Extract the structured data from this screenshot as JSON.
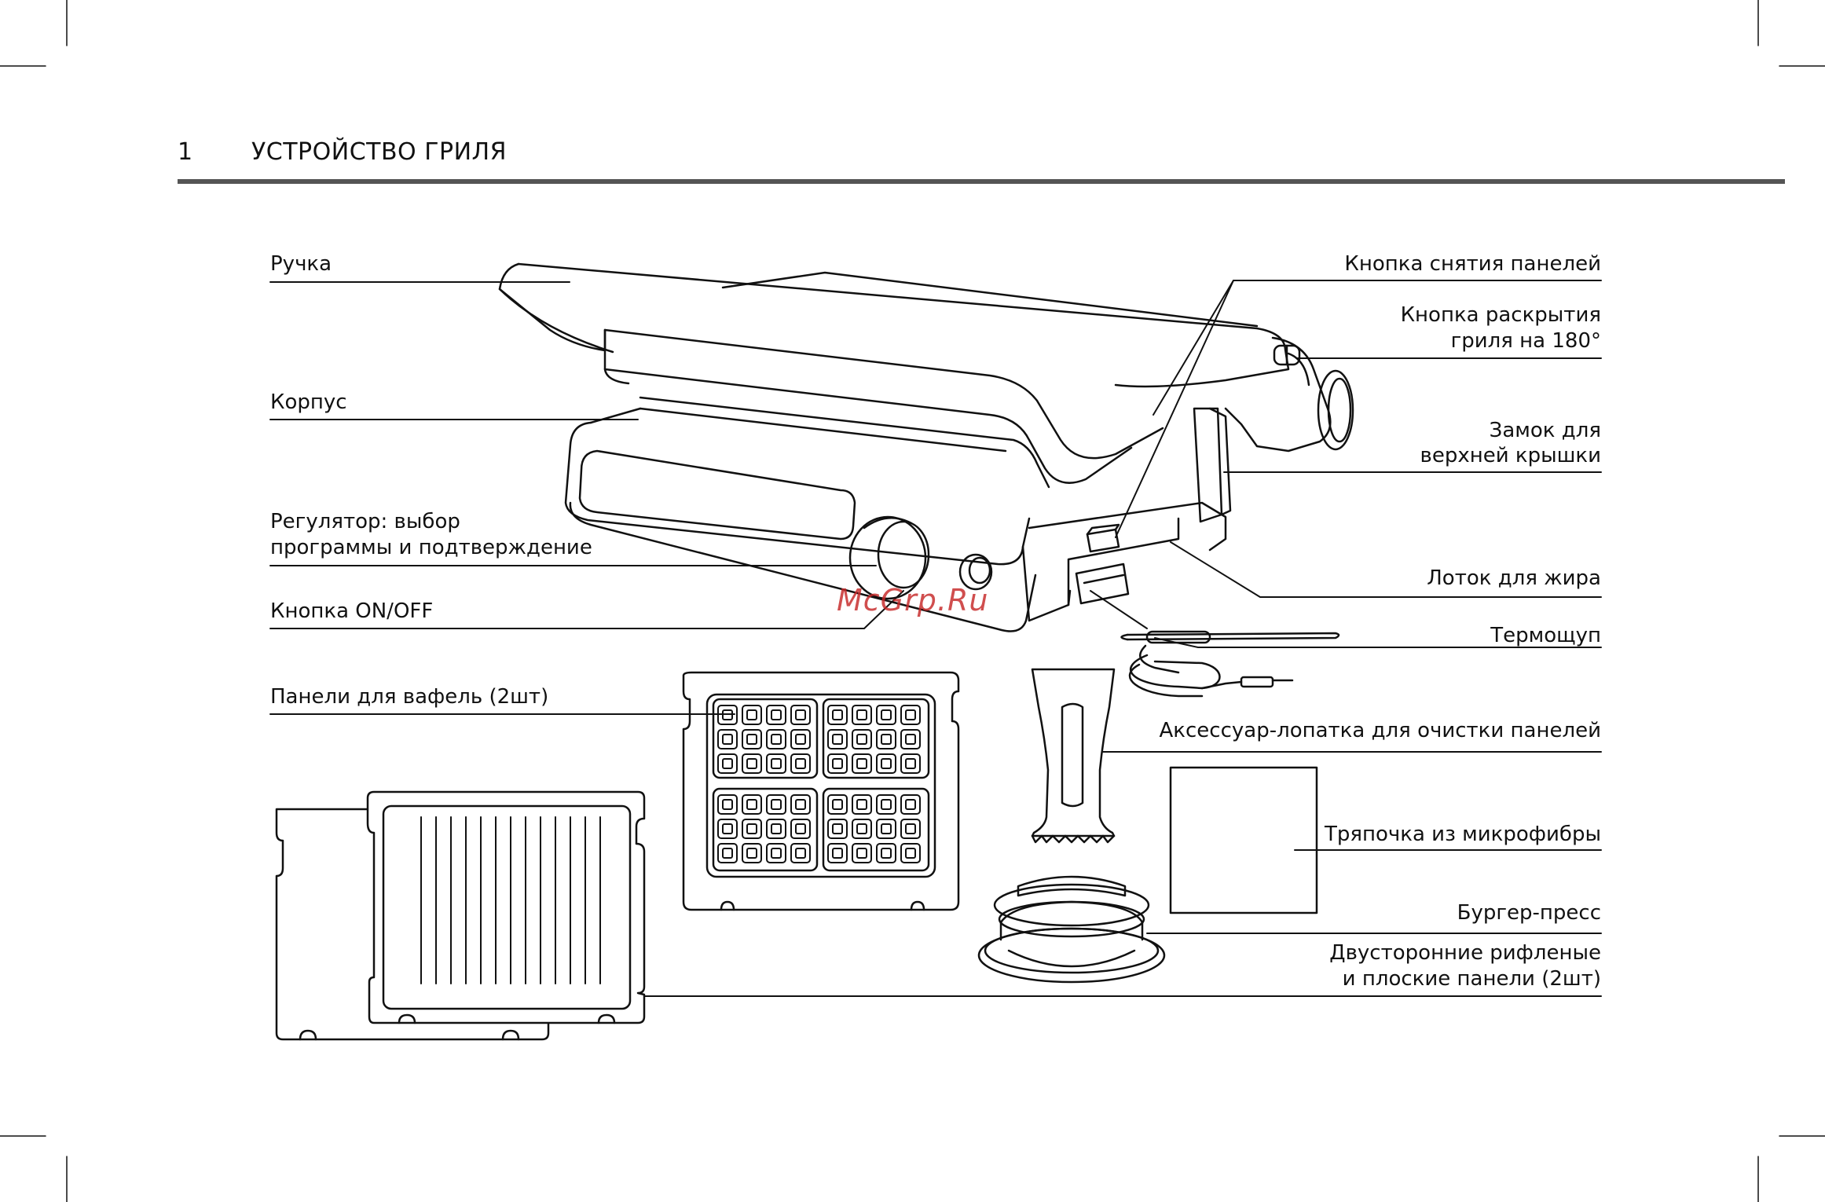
{
  "header": {
    "section_number": "1",
    "section_title": "УСТРОЙСТВО ГРИЛЯ"
  },
  "labels_left": {
    "handle": "Ручка",
    "body": "Корпус",
    "regulator_line1": "Регулятор: выбор",
    "regulator_line2": "программы и подтверждение",
    "power_button": "Кнопка ON/OFF",
    "waffle_plates": "Панели для вафель (2шт)"
  },
  "labels_right": {
    "plate_release": "Кнопка снятия панелей",
    "open180_line1": "Кнопка раскрытия",
    "open180_line2": "гриля на 180°",
    "lid_lock_line1": "Замок для",
    "lid_lock_line2": "верхней крышки",
    "drip_tray": "Лоток для жира",
    "thermoprobe": "Термощуп",
    "scraper": "Аксессуар-лопатка для очистки панелей",
    "microfiber": "Тряпочка из микрофибры",
    "burger_press": "Бургер-пресс",
    "grill_plates_line1": "Двусторонние рифленые",
    "grill_plates_line2": "и плоские панели (2шт)"
  },
  "watermark": "McGrp.Ru"
}
